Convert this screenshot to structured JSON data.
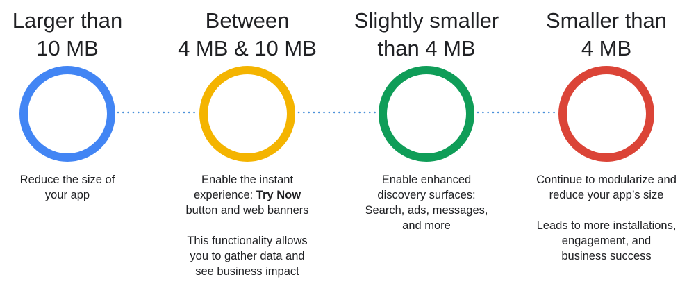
{
  "stages": [
    {
      "heading": [
        "Larger than",
        "10 MB"
      ],
      "color": "#4285F4",
      "description": [
        {
          "lines": [
            [
              "Reduce the size of"
            ],
            [
              "your app"
            ]
          ]
        }
      ]
    },
    {
      "heading": [
        "Between",
        "4 MB & 10 MB"
      ],
      "color": "#F4B400",
      "description": [
        {
          "lines": [
            [
              "Enable the instant"
            ],
            [
              "experience: ",
              "Try Now"
            ],
            [
              "button and web banners"
            ]
          ]
        },
        {
          "lines": [
            [
              "This functionality allows"
            ],
            [
              "you to gather data and"
            ],
            [
              "see business impact"
            ]
          ]
        }
      ]
    },
    {
      "heading": [
        "Slightly smaller",
        "than 4 MB"
      ],
      "color": "#0F9D58",
      "description": [
        {
          "lines": [
            [
              "Enable enhanced"
            ],
            [
              "discovery surfaces:"
            ],
            [
              "Search, ads, messages,"
            ],
            [
              "and more"
            ]
          ]
        }
      ]
    },
    {
      "heading": [
        "Smaller than",
        "4 MB"
      ],
      "color": "#DB4437",
      "description": [
        {
          "lines": [
            [
              "Continue to modularize and"
            ],
            [
              "reduce your app’s size"
            ]
          ]
        },
        {
          "lines": [
            [
              "Leads to more installations,"
            ],
            [
              "engagement, and"
            ],
            [
              "business success"
            ]
          ]
        }
      ]
    }
  ],
  "connector_color": "#4A90D9"
}
